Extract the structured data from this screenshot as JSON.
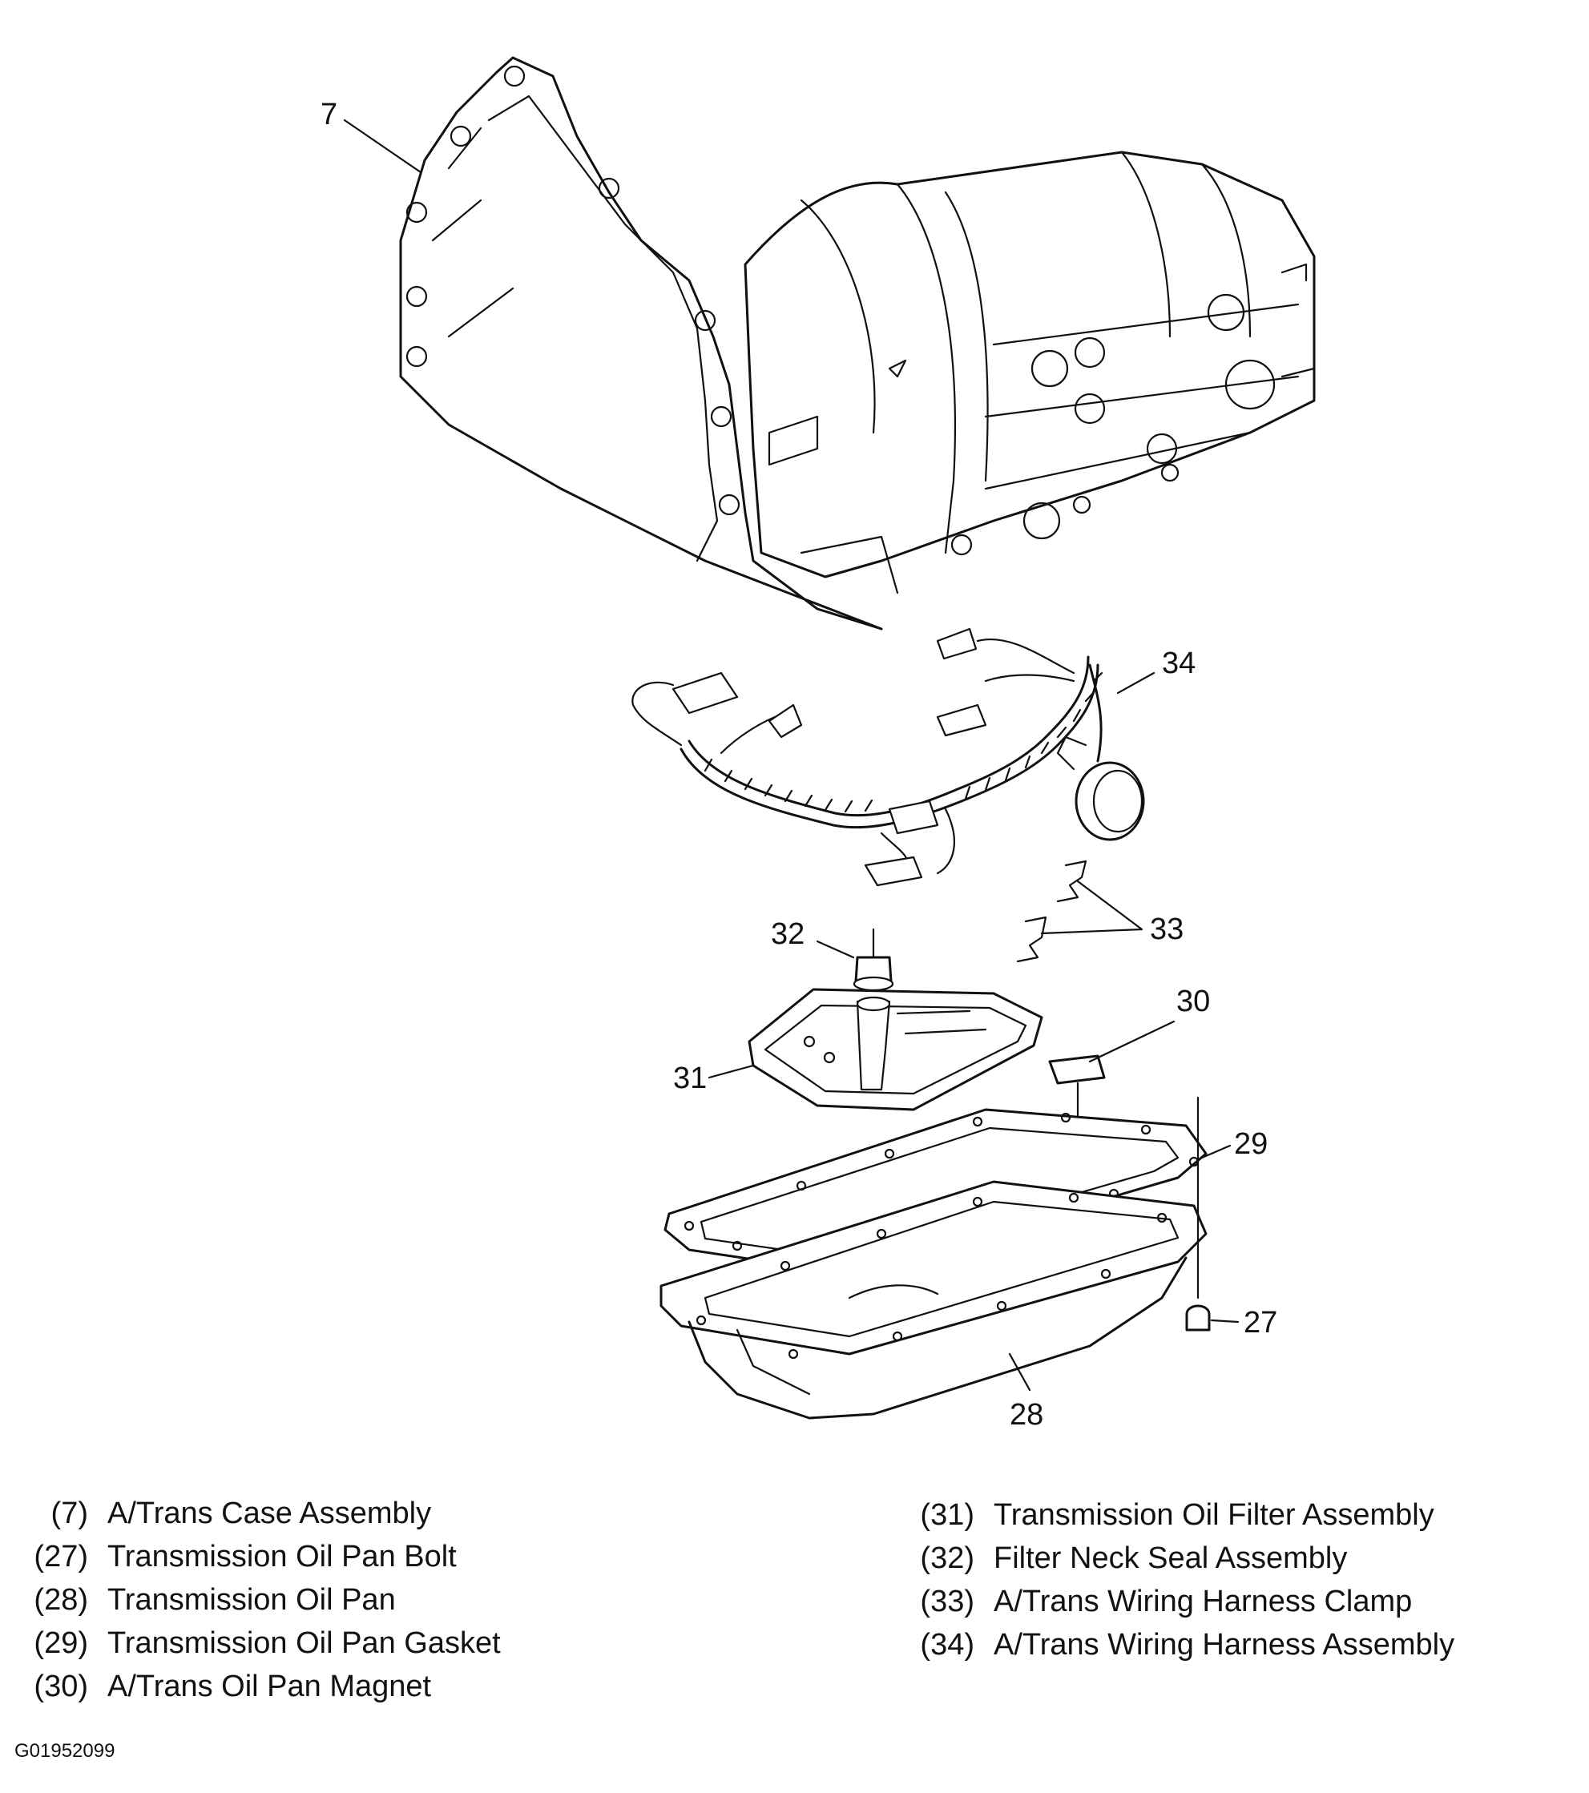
{
  "callouts": {
    "c7": "7",
    "c34": "34",
    "c32": "32",
    "c33": "33",
    "c30": "30",
    "c31": "31",
    "c29": "29",
    "c27": "27",
    "c28": "28"
  },
  "legend": {
    "left": [
      {
        "num": "(7)",
        "label": "A/Trans Case Assembly"
      },
      {
        "num": "(27)",
        "label": "Transmission Oil Pan Bolt"
      },
      {
        "num": "(28)",
        "label": "Transmission Oil Pan"
      },
      {
        "num": "(29)",
        "label": "Transmission Oil Pan Gasket"
      },
      {
        "num": "(30)",
        "label": "A/Trans Oil Pan Magnet"
      }
    ],
    "right": [
      {
        "num": "(31)",
        "label": "Transmission Oil Filter Assembly"
      },
      {
        "num": "(32)",
        "label": "Filter Neck Seal Assembly"
      },
      {
        "num": "(33)",
        "label": "A/Trans Wiring Harness Clamp"
      },
      {
        "num": "(34)",
        "label": "A/Trans Wiring Harness Assembly"
      }
    ]
  },
  "figure_code": "G01952099"
}
